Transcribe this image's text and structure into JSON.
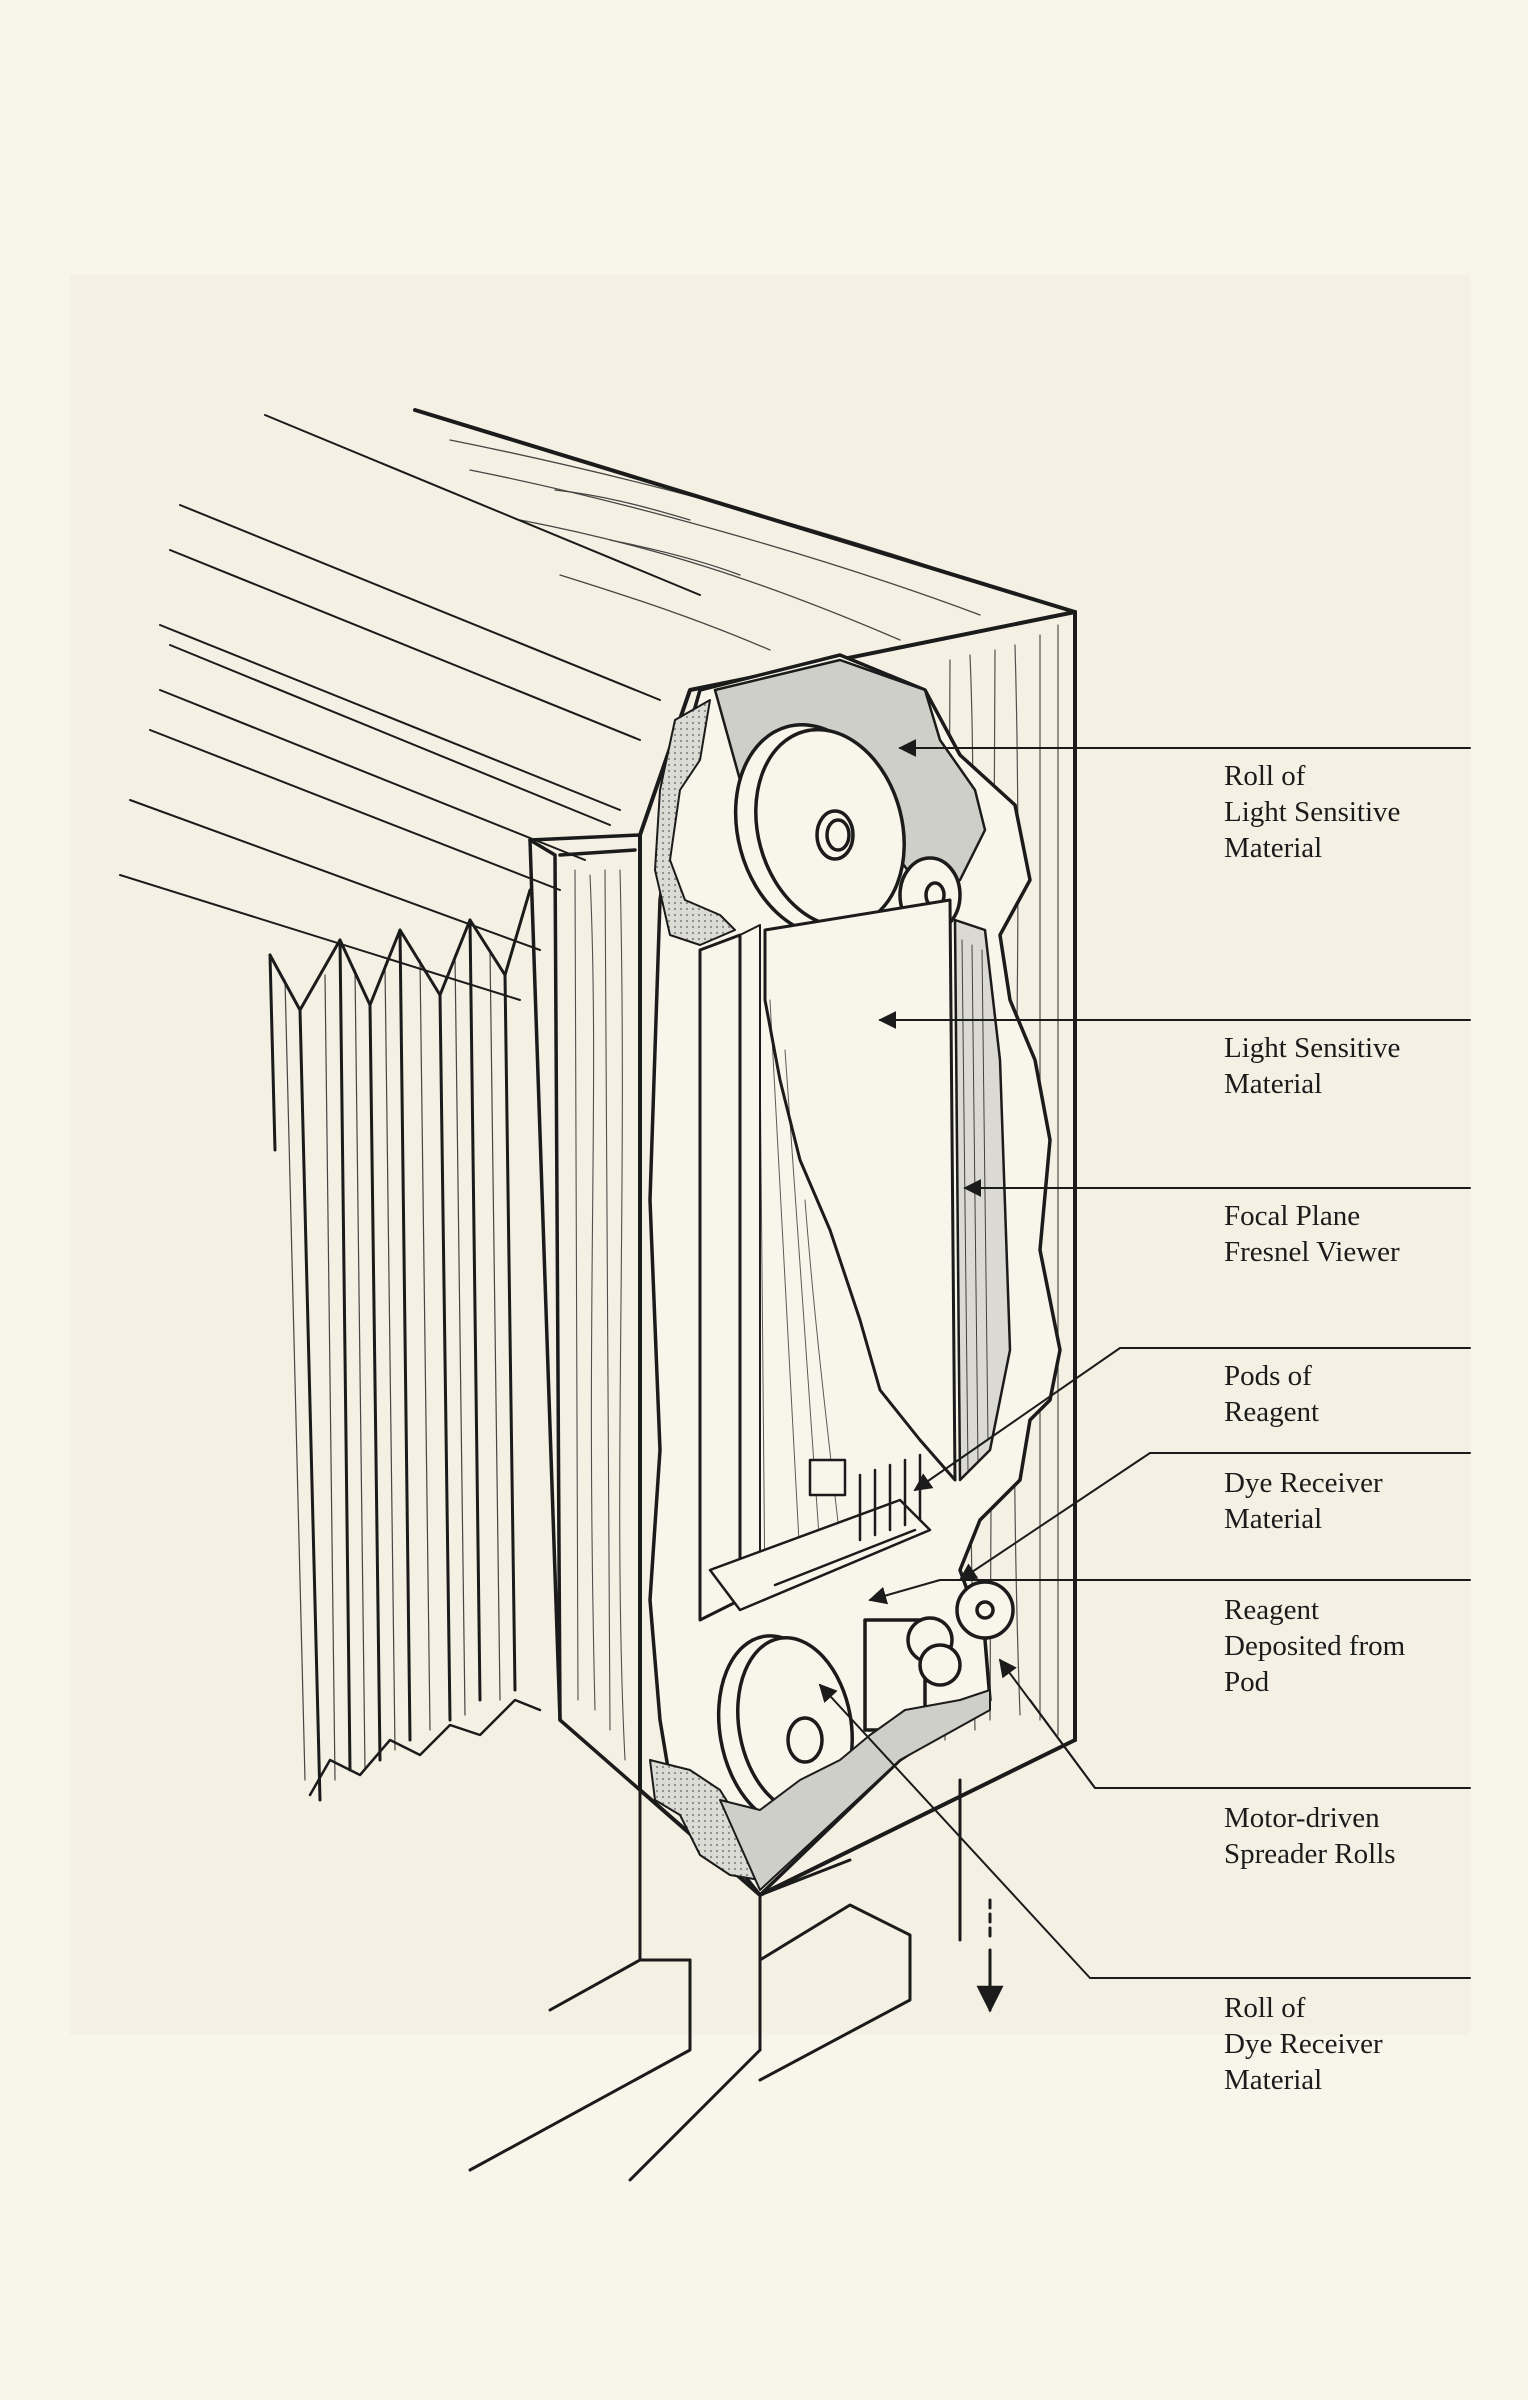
{
  "diagram": {
    "labels": [
      {
        "id": "roll-light-sensitive",
        "text": "Roll of\nLight Sensitive\nMaterial"
      },
      {
        "id": "light-sensitive",
        "text": "Light Sensitive\nMaterial"
      },
      {
        "id": "fresnel",
        "text": "Focal Plane\nFresnel Viewer"
      },
      {
        "id": "pods",
        "text": "Pods of\nReagent"
      },
      {
        "id": "dye-receiver",
        "text": "Dye Receiver\nMaterial"
      },
      {
        "id": "reagent-deposited",
        "text": "Reagent\nDeposited from\nPod"
      },
      {
        "id": "spreader-rolls",
        "text": "Motor-driven\nSpreader Rolls"
      },
      {
        "id": "roll-dye-receiver",
        "text": "Roll of\nDye Receiver\nMaterial"
      }
    ]
  },
  "colors": {
    "paper": "#f8f5ea",
    "ink": "#1b1b1b",
    "shade": "#c9c9c4"
  }
}
